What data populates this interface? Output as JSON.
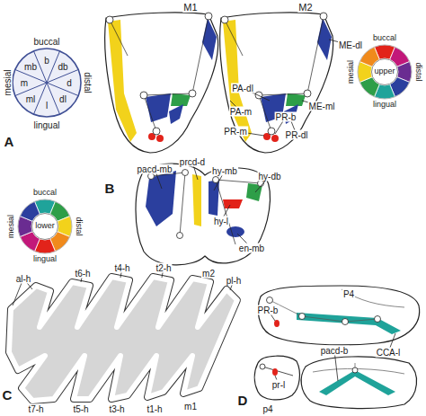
{
  "diagram": {
    "nodes": [
      {
        "text": [
          "upper"
        ]
      },
      {
        "text": [
          "lower"
        ]
      }
    ],
    "labels": [
      "A",
      "b",
      "db",
      "d",
      "dl",
      "l",
      "ml",
      "m",
      "mb",
      "buccal",
      "lingual",
      "mesial",
      "distal",
      "M1",
      "M2",
      "PA-dl",
      "PA-m",
      "PR-m",
      "PR-b",
      "PR-dl",
      "ME-ml",
      "ME-dl",
      "buccal",
      "lingual",
      "mesial",
      "distal",
      "B",
      "buccal",
      "lingual",
      "mesial",
      "distal",
      "prcd-d",
      "pacd-mb",
      "hy-mb",
      "hy-db",
      "hy-l",
      "en-mb",
      "m2",
      "C",
      "al-h",
      "t6-h",
      "t4-h",
      "t2-h",
      "pl-h",
      "t7-h",
      "t5-h",
      "t3-h",
      "t1-h",
      "m1",
      "D",
      "P4",
      "PR-b",
      "CCA-l",
      "p4",
      "pr-l",
      "pacd-b"
    ]
  }
}
